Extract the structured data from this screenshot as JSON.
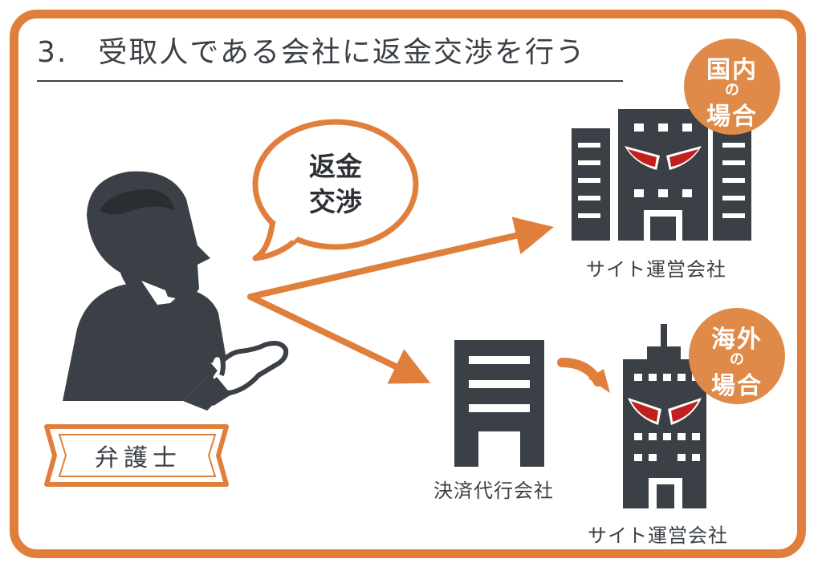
{
  "title": "3.　受取人である会社に返金交渉を行う",
  "bubble": {
    "line1": "返金",
    "line2": "交渉"
  },
  "lawyer_label": "弁護士",
  "domestic": {
    "badge_l1": "国内",
    "badge_l2": "の",
    "badge_l3": "場合",
    "company_label": "サイト運営会社"
  },
  "overseas": {
    "badge_l1": "海外",
    "badge_l2": "の",
    "badge_l3": "場合",
    "company_label": "サイト運営会社"
  },
  "payment_agent_label": "決済代行会社",
  "colors": {
    "accent": "#e07f3c",
    "dark": "#3b4046",
    "evil_eye": "#c0201e"
  }
}
